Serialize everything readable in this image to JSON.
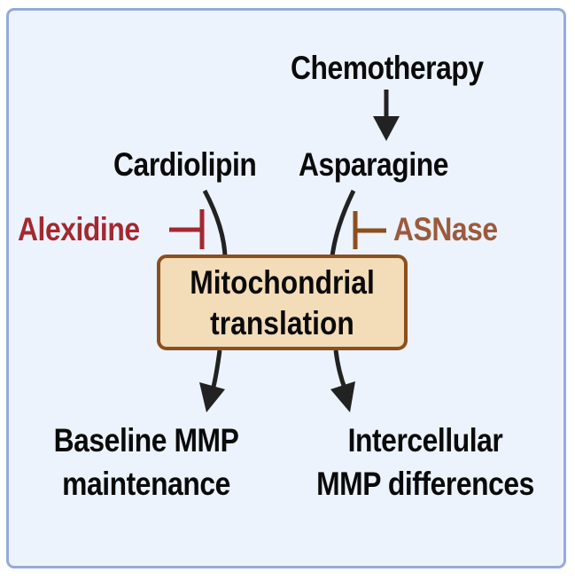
{
  "diagram": {
    "inputs": {
      "chemotherapy": "Chemotherapy",
      "cardiolipin": "Cardiolipin",
      "asparagine": "Asparagine"
    },
    "inhibitors": {
      "alexidine": {
        "label": "Alexidine",
        "color": "#a3282f"
      },
      "asnase": {
        "label": "ASNase",
        "color": "#9c5a3c"
      }
    },
    "process": {
      "line1": "Mitochondrial",
      "line2": "translation",
      "fill": "#f3dcb8",
      "border": "#8c4f1e"
    },
    "outputs": {
      "left_line1": "Baseline MMP",
      "left_line2": "maintenance",
      "right_line1": "Intercellular",
      "right_line2": "MMP differences"
    },
    "colors": {
      "background": "#ecf3fc",
      "frame_border": "#95abd6",
      "arrow": "#222222"
    }
  }
}
